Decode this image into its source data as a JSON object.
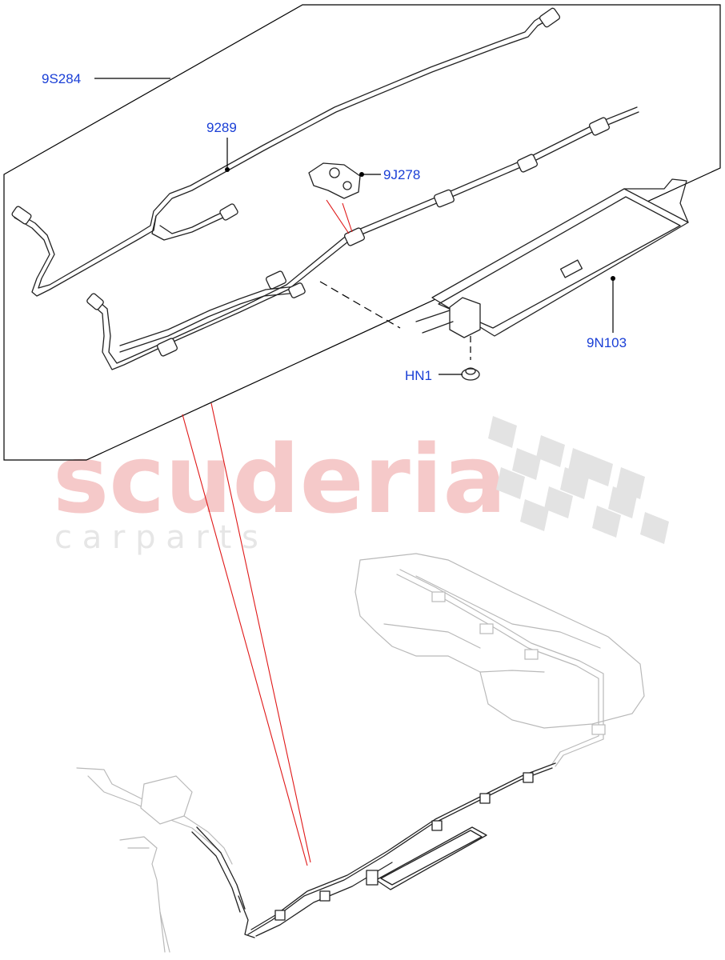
{
  "callouts": {
    "c1": "9S284",
    "c2": "9289",
    "c3": "9J278",
    "c4": "9N103",
    "c5": "HN1"
  },
  "watermark": {
    "brand": "scuderia",
    "tagline": "c a r    p a r t s"
  },
  "colors": {
    "callout_text": "#1a3fd6",
    "highlight_lines": "#e01818",
    "watermark_brand": "#f5c9c9",
    "watermark_tagline": "#e6e6e6"
  }
}
